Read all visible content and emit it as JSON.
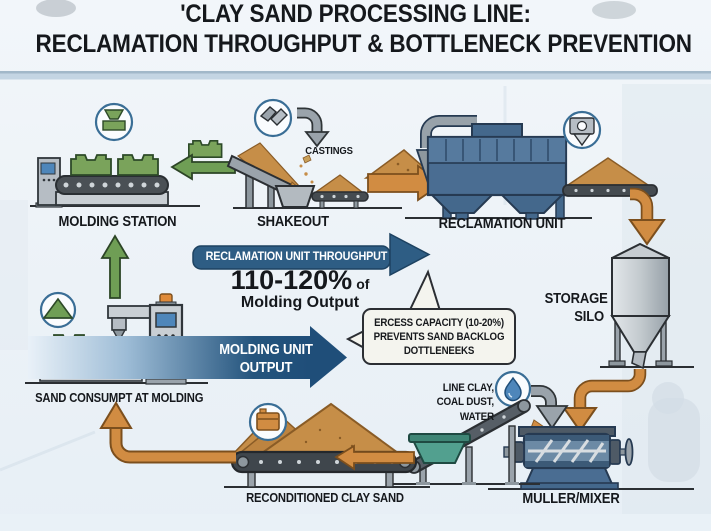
{
  "title": {
    "line1": "'CLAY SAND PROCESSING LINE:",
    "line2": "RECLAMATION THROUGHPUT & BOTTLENECK PREVENTION"
  },
  "labels": {
    "molding_station": "MOLDING STATION",
    "shakeout": "SHAKEOUT",
    "castings": "CASTINGS",
    "reclamation_unit": "RECLAMATION UNIT",
    "storage_silo_line1": "STORAGE",
    "storage_silo_line2": "SILO",
    "muller_mixer": "MULLER/MIXER",
    "sand_consumpt": "SAND CONSUMPT AT MOLDING",
    "reconditioned_sand": "RECONDITIONED CLAY SAND",
    "additives_line1": "LINE CLAY,",
    "additives_line2": "COAL DUST,",
    "additives_line3": "WATER"
  },
  "banners": {
    "reclamation_throughput": {
      "title": "RECLAMATION UNIT THROUGHPUT",
      "value": "110-120%",
      "value_unit": "of",
      "value_caption": "Molding Output"
    },
    "molding_output": {
      "line1": "MOLDING UNIT",
      "line2": "OUTPUT"
    }
  },
  "callout": {
    "line1": "ERCESS CAPACITY (10-20%)",
    "line2": "PREVENTS SAND BACKLOG",
    "line3": "DOTTLENEEKS"
  },
  "icons": {
    "mold_dispenser": "mold-dispenser-icon",
    "castings": "castings-icon",
    "reclamation_hopper": "hopper-funnel-icon",
    "sand_pile": "green-sand-pile-icon",
    "canister": "binder-canister-icon",
    "water_drop": "water-drop-icon"
  },
  "colors": {
    "background": "#eef4f8",
    "banner_dark_blue": "#2e5d84",
    "banner_gradient_end": "#1f4e79",
    "arrow_orange": "#d18c42",
    "sand_tan": "#c68e48",
    "machine_green": "#7aa35b",
    "machine_steel_blue": "#4a6d92",
    "teal_hopper": "#52a08f",
    "title_text": "#15181c"
  }
}
